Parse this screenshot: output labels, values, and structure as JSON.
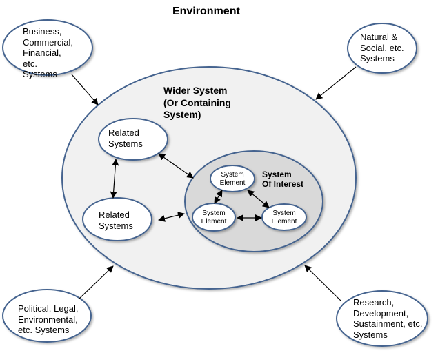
{
  "title": "Environment",
  "wider_system": {
    "label": "Wider System\n(Or Containing\nSystem)"
  },
  "system_of_interest": {
    "label": "System\nOf Interest"
  },
  "related_systems": [
    {
      "label": "Related\nSystems"
    },
    {
      "label": "Related\nSystems"
    }
  ],
  "system_elements": [
    {
      "label": "System\nElement"
    },
    {
      "label": "System\nElement"
    },
    {
      "label": "System\nElement"
    }
  ],
  "environment_systems": [
    {
      "label": "Business,\nCommercial,\nFinancial,\netc.\nSystems"
    },
    {
      "label": "Natural &\nSocial, etc.\nSystems"
    },
    {
      "label": "Political, Legal,\nEnvironmental,\netc. Systems"
    },
    {
      "label": "Research,\nDevelopment,\nSustainment, etc.\nSystems"
    }
  ],
  "colors": {
    "stroke": "#44648f",
    "wider_fill": "#f1f1f1",
    "soi_fill": "#d9d9d9",
    "node_fill": "#ffffff",
    "arrow": "#000000"
  }
}
